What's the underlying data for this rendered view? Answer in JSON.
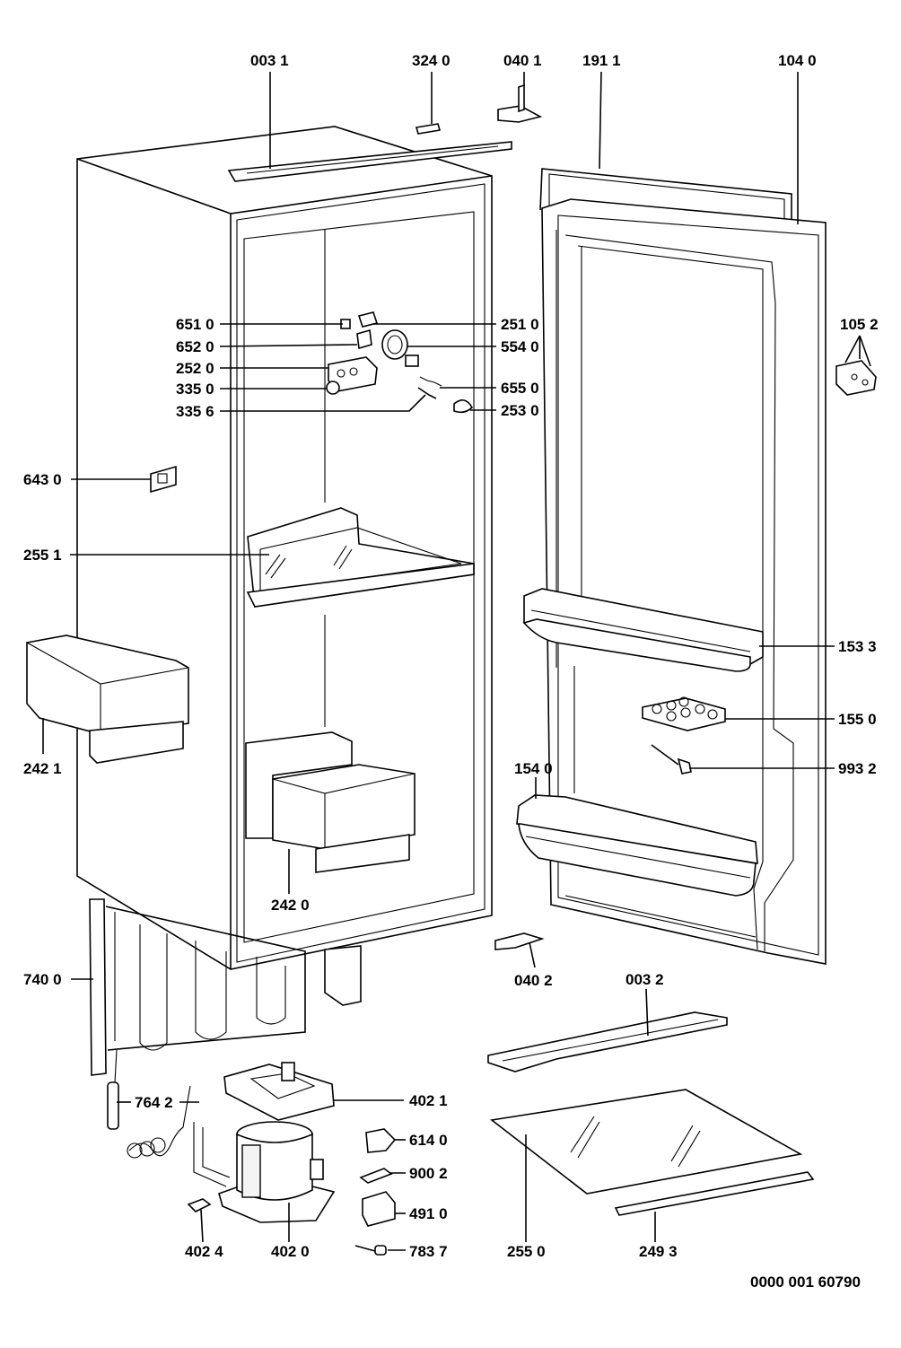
{
  "drawing_code": "0000 001 60790",
  "labels": {
    "l0031": "003 1",
    "l3240": "324 0",
    "l0401": "040 1",
    "l1911": "191 1",
    "l1040": "104 0",
    "l6510": "651 0",
    "l6520": "652 0",
    "l2520": "252 0",
    "l3350": "335 0",
    "l3356": "335 6",
    "l2510": "251 0",
    "l5540": "554 0",
    "l6550": "655 0",
    "l2530": "253 0",
    "l1052": "105 2",
    "l6430": "643 0",
    "l2551": "255 1",
    "l2421": "242 1",
    "l1533": "153 3",
    "l1550": "155 0",
    "l9932": "993 2",
    "l1540": "154 0",
    "l2420": "242 0",
    "l0402": "040 2",
    "l0032": "003 2",
    "l7400": "740 0",
    "l7642": "764 2",
    "l4021": "402 1",
    "l6140": "614 0",
    "l9002": "900 2",
    "l4910": "491 0",
    "l4024": "402 4",
    "l4020": "402 0",
    "l7837": "783 7",
    "l2550": "255 0",
    "l2493": "249 3"
  }
}
